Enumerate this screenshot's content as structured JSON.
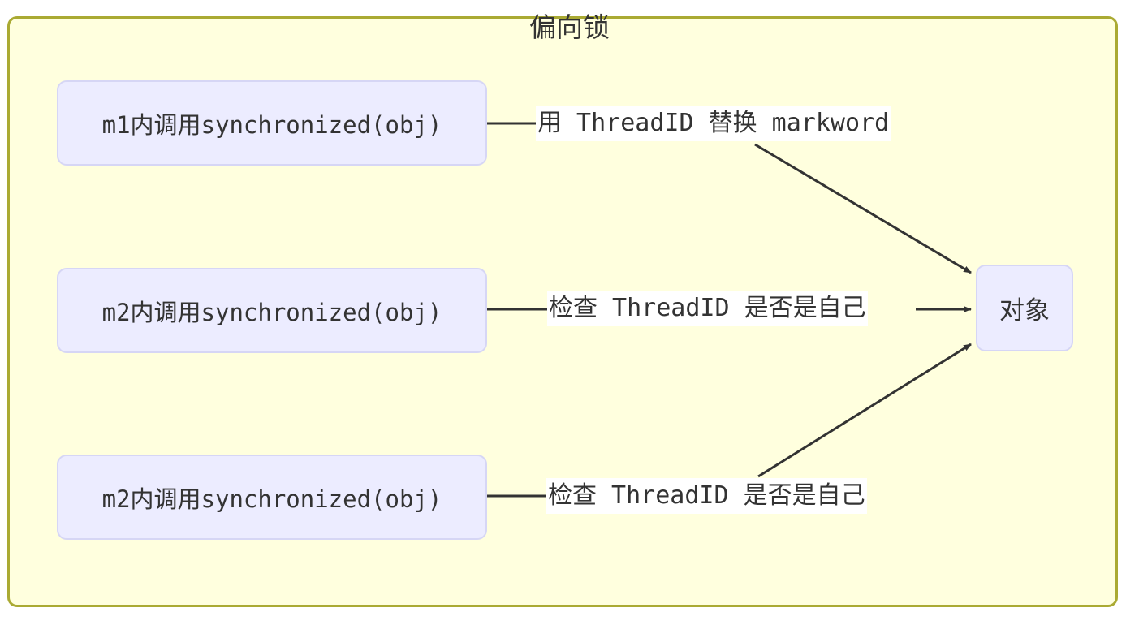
{
  "diagram": {
    "title": "偏向锁",
    "frame": {
      "fill": "#ffffde",
      "border": "#aaaa33"
    },
    "node_style": {
      "fill": "#ececff",
      "border": "#d6d6f5",
      "text": "#333333"
    },
    "edge_color": "#333333",
    "nodes": [
      {
        "id": "m1",
        "label": "m1内调用synchronized(obj)"
      },
      {
        "id": "m2a",
        "label": "m2内调用synchronized(obj)"
      },
      {
        "id": "m2b",
        "label": "m2内调用synchronized(obj)"
      },
      {
        "id": "object",
        "label": "对象"
      }
    ],
    "edges": [
      {
        "from": "m1",
        "to": "object",
        "label": "用 ThreadID 替换 markword"
      },
      {
        "from": "m2a",
        "to": "object",
        "label": "检查 ThreadID 是否是自己"
      },
      {
        "from": "m2b",
        "to": "object",
        "label": "检查 ThreadID 是否是自己"
      }
    ]
  }
}
